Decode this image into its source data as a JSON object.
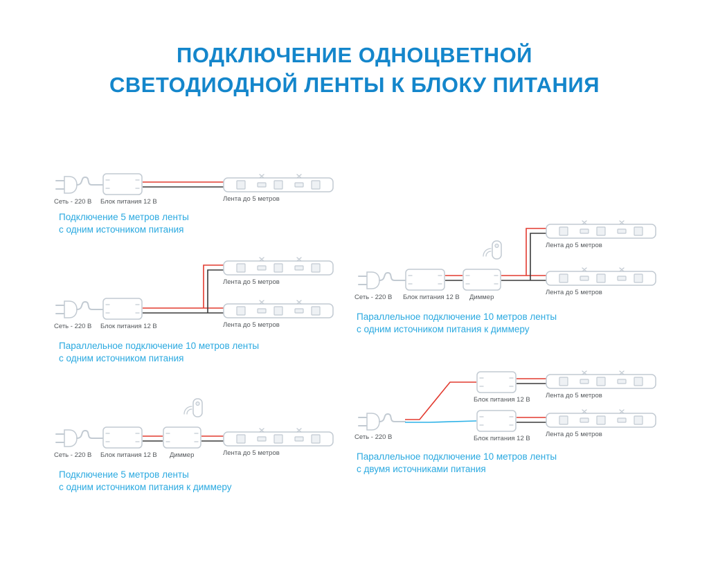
{
  "title": {
    "line1": "ПОДКЛЮЧЕНИЕ ОДНОЦВЕТНОЙ",
    "line2": "СВЕТОДИОДНОЙ ЛЕНТЫ К БЛОКУ ПИТАНИЯ"
  },
  "component_labels": {
    "mains": "Сеть - 220 В",
    "psu": "Блок питания 12 В",
    "strip": "Лента до 5 метров",
    "dimmer": "Диммер"
  },
  "diagrams": [
    {
      "caption1": "Подключение 5 метров ленты",
      "caption2": "с одним источником питания"
    },
    {
      "caption1": "Параллельное подключение 10 метров ленты",
      "caption2": "с одним источником питания"
    },
    {
      "caption1": "Подключение 5 метров ленты",
      "caption2": "с одним источником питания к диммеру"
    },
    {
      "caption1": "Параллельное подключение 10 метров ленты",
      "caption2": "с одним источником питания к диммеру"
    },
    {
      "caption1": "Параллельное подключение 10 метров ленты",
      "caption2": "с двумя источниками питания"
    }
  ],
  "colors": {
    "title_blue": "#1486cb",
    "caption_blue": "#2aa9e0",
    "wire_red": "#e23a2f",
    "wire_black": "#3a3a3a",
    "wire_blue": "#2bb1e7",
    "outline_gray": "#c2cad2",
    "label_gray": "#53575b"
  }
}
